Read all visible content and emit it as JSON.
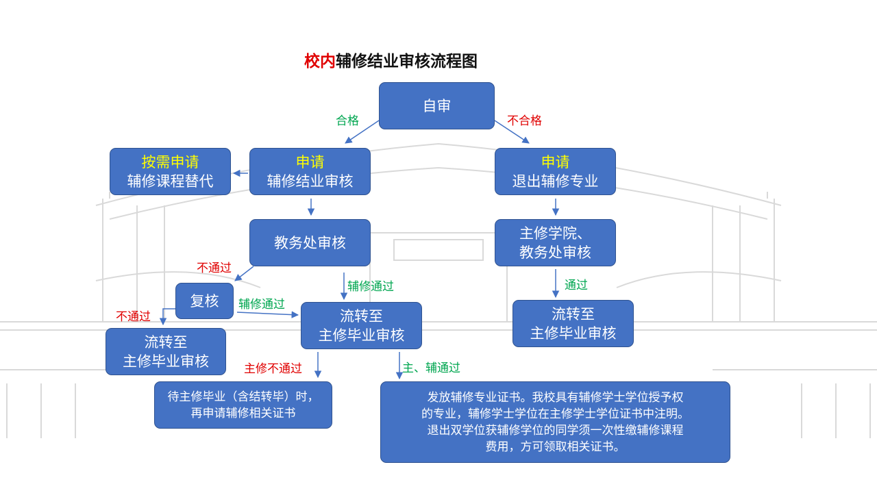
{
  "title": {
    "highlight": "校内",
    "rest": "辅修结业审核流程图"
  },
  "nodes": {
    "self_review": "自审",
    "apply_completion": {
      "line1": "申请",
      "line2": "辅修结业审核"
    },
    "apply_substitute": {
      "line1": "按需申请",
      "line2": "辅修课程替代"
    },
    "apply_withdraw": {
      "line1": "申请",
      "line2": "退出辅修专业"
    },
    "academic_review": "教务处审核",
    "college_review": {
      "line1": "主修学院、",
      "line2": "教务处审核"
    },
    "recheck": "复核",
    "transfer_left": {
      "line1": "流转至",
      "line2": "主修毕业审核"
    },
    "transfer_center": {
      "line1": "流转至",
      "line2": "主修毕业审核"
    },
    "transfer_right": {
      "line1": "流转至",
      "line2": "主修毕业审核"
    },
    "wait_note": {
      "line1": "待主修毕业（含结转毕）时，",
      "line2": "再申请辅修相关证书"
    },
    "certificate_note": {
      "line1": "发放辅修专业证书。我校具有辅修学士学位授予权",
      "line2": "的专业，辅修学士学位在主修学士学位证书中注明。",
      "line3": "退出双学位获辅修学位的同学须一次性缴辅修课程",
      "line4": "费用，方可领取相关证书。"
    }
  },
  "edge_labels": {
    "qualified": "合格",
    "unqualified": "不合格",
    "not_passed_1": "不通过",
    "minor_passed_1": "辅修通过",
    "minor_passed_2": "辅修通过",
    "not_passed_2": "不通过",
    "passed": "通过",
    "major_not_passed": "主修不通过",
    "both_passed": "主、辅通过"
  },
  "colors": {
    "box_fill": "#4472c4",
    "box_border": "#2f528f",
    "highlight_text": "#ffff00",
    "pass_label": "#00a650",
    "fail_label": "#e00000"
  }
}
